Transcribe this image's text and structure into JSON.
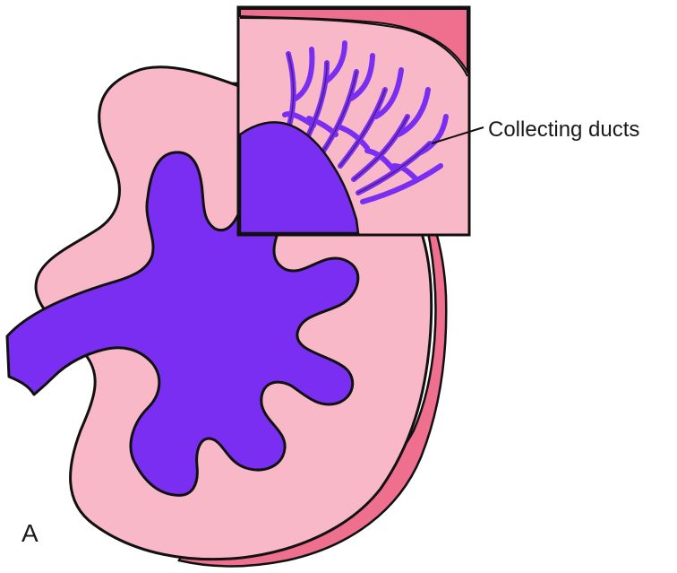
{
  "figure": {
    "panel_label": "A",
    "callout_label": "Collecting ducts"
  },
  "colors": {
    "tissue_pink": "#f9b8c8",
    "capsule_pink": "#ef6f8e",
    "duct_purple": "#7a2ef2",
    "outline": "#111111",
    "background": "#ffffff"
  },
  "parts": [
    "kidney-outline",
    "renal-pelvis",
    "calyces",
    "inset-magnification",
    "collecting-ducts"
  ]
}
